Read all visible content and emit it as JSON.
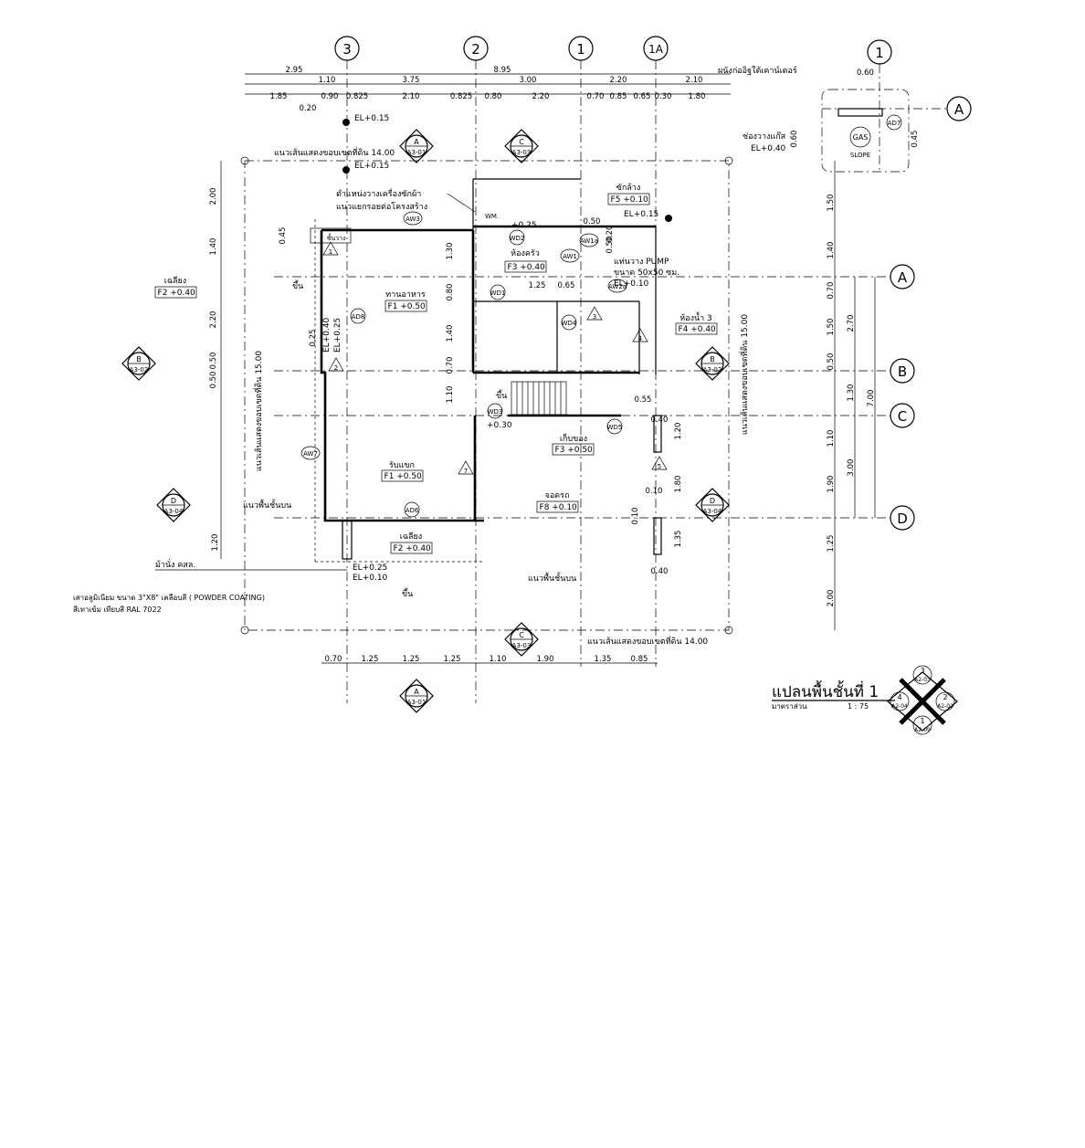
{
  "title": "แปลนพื้นชั้นที่ 1",
  "scale_label": "มาตราส่วน",
  "scale_value": "1 : 75",
  "grid_top": [
    "3",
    "2",
    "1",
    "1A"
  ],
  "grid_top_right": "1",
  "grid_right": [
    "A",
    "B",
    "C",
    "D"
  ],
  "dims_top_row1": [
    "2.95",
    "8.95",
    "2.10"
  ],
  "dims_top_row2": [
    "1.10",
    "3.75",
    "3.00",
    "2.20"
  ],
  "dims_top_row3": [
    "1.85",
    "0.90",
    "0.825",
    "2.10",
    "0.825",
    "0.80",
    "2.20",
    "0.70",
    "0.85",
    "0.65",
    "0.30",
    "1.80"
  ],
  "dim_020": "0.20",
  "dims_bottom": [
    "0.70",
    "1.25",
    "1.25",
    "1.25",
    "1.10",
    "1.90",
    "1.35",
    "0.85"
  ],
  "dims_left": [
    "2.00",
    "1.40",
    "2.20",
    "0.50",
    "0.50"
  ],
  "dim_045": "0.45",
  "dim_120": "1.20",
  "dim_025": "0.25",
  "dims_right1": [
    "1.50",
    "1.40",
    "0.70",
    "1.50",
    "0.50",
    "1.10",
    "1.90",
    "1.25",
    "2.00"
  ],
  "dims_right2": [
    "2.70",
    "1.30",
    "3.00"
  ],
  "dim_total": "7.00",
  "dims_inner": [
    "1.30",
    "0.80",
    "1.40",
    "0.70",
    "1.10",
    "1.25",
    "0.65",
    "0.50",
    "0.20",
    "0.50",
    "0.55",
    "1.20",
    "0.40",
    "1.80",
    "0.10",
    "0.10",
    "1.35",
    "0.40"
  ],
  "rooms": [
    {
      "name": "ทานอาหาร",
      "code": "F1",
      "level": "+0.50"
    },
    {
      "name": "รับแขก",
      "code": "F1",
      "level": "+0.50"
    },
    {
      "name": "ห้องครัว",
      "code": "F3",
      "level": "+0.40"
    },
    {
      "name": "ซักล้าง",
      "code": "F5",
      "level": "+0.10"
    },
    {
      "name": "ห้องน้ำ 3",
      "code": "F4",
      "level": "+0.40"
    },
    {
      "name": "เก็บของ",
      "code": "F3",
      "level": "+0.50"
    },
    {
      "name": "จอดรถ",
      "code": "F8",
      "level": "+0.10"
    },
    {
      "name": "เฉลียง",
      "code": "F2",
      "level": "+0.40"
    },
    {
      "name": "เฉลียง",
      "code": "F2",
      "level": "+0.40"
    }
  ],
  "room_shelf": "ชั้นวาง",
  "annotations": {
    "el015a": "EL+0.15",
    "el015b": "EL+0.15",
    "el015c": "EL+0.15",
    "boundary_top": "แนวเส้นแสดงขอบเขตที่ดิน 14.00",
    "washer": "ตำแหน่งวางเครื่องซักผ้า",
    "grease": "แนวแยกรอยต่อโครงสร้าง",
    "pump1": "แท่นวาง PUMP",
    "pump2": "ขนาด 50x50 ซม.",
    "el010": "EL+0.10",
    "wm": "WM.",
    "plus025": "+0.25",
    "plus030": "+0.30",
    "up": "ขึ้น",
    "up2": "ขึ้น",
    "up3": "ขึ้น",
    "el025": "EL+0.25",
    "el040": "EL+0.40",
    "floor_upper_left": "แนวพื้นชั้นบน",
    "floor_upper_right": "แนวพื้นชั้นบน",
    "bench": "ม้านั่ง คสล.",
    "column1": "เสาอลูมิเนียม ขนาด  3\"X8\" เคลือบสี ( POWDER COATING)",
    "column2": "สีเทาเข้ม เทียบสี RAL 7022",
    "el_025b": "EL+0.25",
    "el_010b": "EL+0.10",
    "boundary_bottom": "แนวเส้นแสดงขอบเขตที่ดิน 14.00",
    "boundary_left": "แนวเส้นแสดงขอบเขตที่ดิน 15.00",
    "boundary_right": "แนวเส้นแสดงขอบเขตที่ดิน 15.00",
    "gas_wall": "ผนังก่ออิฐใต้เคาน์เตอร์",
    "gas_niche": "ช่องวางแก๊ส",
    "gas_el": "EL+0.40",
    "gas": "GAS",
    "slope": "SLOPE",
    "gas_060a": "0.60",
    "gas_060b": "0.60",
    "gas_045": "0.45"
  },
  "tags": [
    "AW3",
    "AW1a",
    "AW1",
    "AW2a",
    "AW7",
    "WD1",
    "WD2",
    "WD3",
    "WD4",
    "WD5",
    "AD6",
    "AD8",
    "AD7"
  ],
  "section_marks": {
    "A_top": [
      "A",
      "A3-01"
    ],
    "C_top": [
      "C",
      "A3-03"
    ],
    "B_left": [
      "B",
      "A3-02"
    ],
    "B_right": [
      "B",
      "A3-02"
    ],
    "D_left": [
      "D",
      "A3-04"
    ],
    "D_right": [
      "D",
      "A3-04"
    ],
    "C_bottom": [
      "C",
      "A3-03"
    ],
    "A_bottom": [
      "A",
      "A3-01"
    ]
  },
  "elevation_key": {
    "top": [
      "3",
      "A2-03"
    ],
    "left": [
      "4",
      "A2-04"
    ],
    "right": [
      "2",
      "A2-02"
    ],
    "bottom": [
      "1",
      "A2-09"
    ]
  },
  "wall_marks": [
    "1",
    "2",
    "3",
    "4",
    "5",
    "7"
  ]
}
